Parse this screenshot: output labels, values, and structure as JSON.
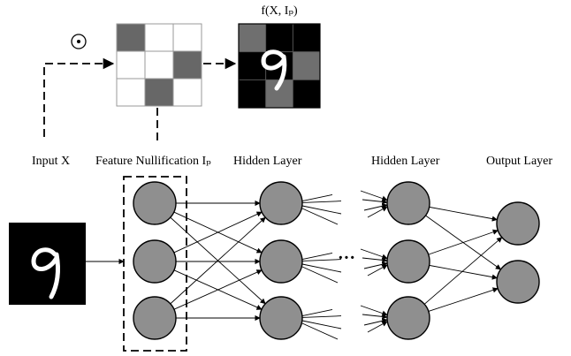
{
  "labels": {
    "odot": "⊙",
    "f_output": "f(X, Iₚ)",
    "input": "Input X",
    "feature_null": "Feature Nullification Iₚ",
    "hidden1": "Hidden Layer",
    "hidden2": "Hidden Layer",
    "output": "Output Layer",
    "ellipsis": "···"
  },
  "mask_grid": [
    [
      1,
      0,
      0
    ],
    [
      0,
      0,
      1
    ],
    [
      0,
      1,
      0
    ]
  ],
  "masked_image_grid": [
    [
      1,
      0,
      0
    ],
    [
      0,
      0,
      1
    ],
    [
      0,
      1,
      0
    ]
  ],
  "network": {
    "layers": [
      3,
      3,
      3,
      2
    ]
  },
  "colors": {
    "node_fill": "#8f8f8f",
    "mask_dark": "#676767",
    "mask_light": "#ffffff",
    "image_bg": "#000000",
    "overlay_gray": "#6f6f6f"
  },
  "input_digit": "9"
}
